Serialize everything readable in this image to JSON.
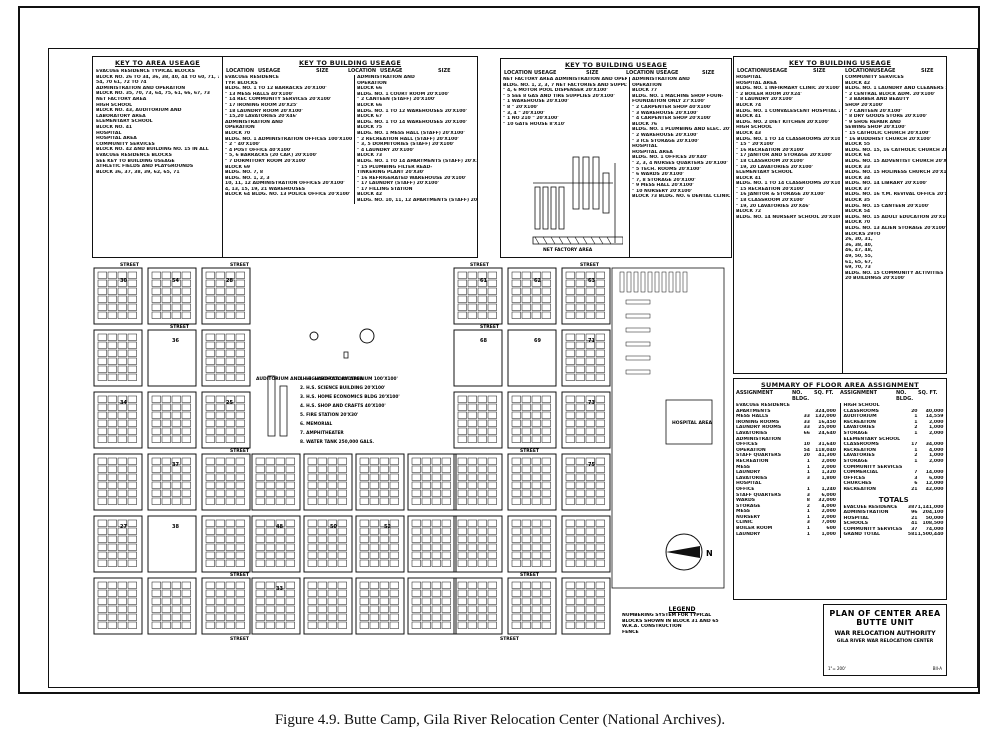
{
  "caption": "Figure 4.9. Butte Camp, Gila River Relocation Center (National Archives).",
  "title_block": {
    "line1": "PLAN OF CENTER AREA",
    "line2": "BUTTE UNIT",
    "line3": "WAR RELOCATION AUTHORITY",
    "line4": "GILA RIVER WAR RELOCATION CENTER",
    "scale": "1\"= 200'",
    "sheet": "BII-A"
  },
  "key_area": {
    "title": "KEY TO AREA USEAGE",
    "lines": [
      "EVACUEE RESIDENCE  TYPICAL BLOCKS",
      "  BLOCK NO. 26 TO 34, 36, 38, 40, 44 TO 60, 71, 72,",
      "  54, 70 61, 72 TO 74",
      "ADMINISTRATION AND OPERATION",
      "  BLOCK NO. 35, 70, 73, 64, 75, 61, 66, 67, 73",
      "  NET FACTORY AREA",
      "HIGH SCHOOL",
      "  BLOCK NO. 43, AUDITORIUM AND",
      "  LABORATORY AREA",
      "ELEMENTARY SCHOOL",
      "  BLOCK NO. 41",
      "HOSPITAL",
      "  HOSPITAL AREA",
      "COMMUNITY SERVICES",
      "  BLOCK NO. 42 AND BUILDING NO. 15 IN ALL",
      "  EVACUEE RESIDENCE BLOCKS",
      "  SEE KEY TO BUILDING USEAGE",
      "ATHLETIC FIELDS AND PLAYGROUNDS",
      "  BLOCK 36, 37, 38, 39, 62, 65, 71"
    ]
  },
  "key_building_1": {
    "title": "KEY TO BUILDING USEAGE",
    "headers": [
      "LOCATION",
      "USEAGE",
      "SIZE",
      "LOCATION",
      "USEAGE",
      "SIZE"
    ],
    "left_lines": [
      "EVACUEE RESIDENCE",
      "TYP. BLOCKS",
      "BLDG. NO. 1 TO 12  BARRACKS      20'X100'",
      "  \" 13      MESS HALLS          40'X100'",
      "  \" 14      REC COMMUNITY SERVICES 20'X100'",
      "  \" 17      IRONING ROOM        20'X25'",
      "  \" 18      LAUNDRY ROOM        20'X100'",
      "  \" 15,20   LAVATORIES          20'X46'",
      "ADMINISTRATION AND",
      "OPERATION",
      "BLOCK 70",
      "BLDG. NO. 1  ADMINISTRATION OFFICES 100'X100'",
      "  \" 2       \"                    40'X100'",
      "  \" 4       POST OFFICE          40'X100'",
      "  \" 5, 6    BARRACKS (20 CAP.)   20'X100'",
      "  \" 7       DORMITORY ROOM       20'X100'",
      "BLOCK 69",
      "BLDG. NO. 7, 8",
      "BLDG. NO. 1, 2, 3",
      "  10, 11, 12  ADMINISTRATION OFFICES 20'X100'",
      "  4, 13, 15, 19, 21 WAREHOUSES",
      "BLOCK 64 BLDG. NO. 13  POLICE OFFICE 20'X100'"
    ],
    "right_lines": [
      "ADMINISTRATION AND",
      "OPERATION",
      "BLOCK 66",
      "BLDG. NO. 1     COURT ROOM         20'X100'",
      "  \" 2          CANTEEN (STAFF)    20'X100'",
      "BLOCK 66",
      "BLDG. NO. 1 TO 12  WAREHOUSES      20'X100'",
      "BLOCK 67",
      "BLDG. NO. 1 TO 14  WAREHOUSES      20'X100'",
      "BLOCK 75",
      "BLDG. NO. 1   MESS HALL (STAFF)   20'X100'",
      "  \" 2        RECREATION HALL (STAFF) 20'X100'",
      "  \" 3, 5     DORMITORIES (STAFF) 20'X100'",
      "  \" 4        LAUNDRY             20'X100'",
      "BLOCK 73",
      "BLDG. NO. 1 TO 14  APARTMENTS (STAFF) 20'X100'",
      "  \" 15       PLUMBING FILTER READ-",
      "              TINKERING PLANT     20'X30'",
      "  \" 16       REFRIGERATED WAREHOUSE 20'X100'",
      "  \" 17       LAUNDRY (STAFF)     20'X100'",
      "  \" 17       FILLING STATION",
      "BLOCK 42",
      "BLDG. NO. 10, 11, 12  APARTMENTS (STAFF) 20'X100'"
    ]
  },
  "key_building_2": {
    "title": "KEY TO BUILDING USEAGE",
    "headers": [
      "LOCATION",
      "USEAGE",
      "SIZE",
      "LOCATION",
      "USEAGE",
      "SIZE"
    ],
    "left_lines": [
      "NET FACTORY AREA  ADMINISTRATION AND OPERATION",
      "BLDG. NO. 1, 2, 3, 7  NET FACTORIES AND SUPPLY   20'X100'",
      "  \" 4, 6         MOTOR POOL DISPENSER  20'X100'",
      "  \" 5 SEE 8      GAS AND TIRE SUPPLIES  20'X100'",
      "  \" 1            WAREHOUSE             20'X100'",
      "  \" 8            \"                     20'X100'",
      "  \" 3, 4         \"                     20'X100'",
      "  \" 1 NO 210     \"                     20'X100'",
      "  \" 10           GATE HOUSE            8'X10'"
    ],
    "mid_lines": [
      "ADMINISTRATION AND",
      "OPERATION",
      "BLOCK 77",
      "BLDG. NO. 1  MACHINE SHOP FOUN-",
      "             FOUNDATION ONLY  27'X100'",
      "  \" 2       CARPENTER SHOP   40'X100'",
      "  \" 3       WAREHOUSE        20'X100'",
      "  \" 4       CARPENTER SHOP   20'X100'",
      "BLOCK 76",
      "BLDG. NO. 1  PLUMBING AND ELEC. 20'X100'",
      "  \" 2       WAREHOUSE        20'X100'",
      "  \" 3       ICE STORAGE      20'X100'",
      "HOSPITAL",
      "HOSPITAL AREA",
      "BLDG. NO. 1  OFFICES          20'X40'",
      "  \" 2, 3, 4  NURSES QUARTERS 20'X100'",
      "  \" 5       TECH. ROOMS      20'X100'",
      "  \" 6       WARDS            20'X100'",
      "  \" 7, 8    STORAGE          20'X100'",
      "  \" 9       MESS HALL        20'X100'",
      "  \" 10      NURSERY          20'X100'",
      "BLOCK 73 BLDG. NO. 6  DENTAL CLINIC 20'X100'"
    ]
  },
  "key_building_3": {
    "title": "KEY TO BUILDING USEAGE",
    "headers": [
      "LOCATION",
      "USEAGE",
      "SIZE",
      "LOCATION",
      "USEAGE",
      "SIZE"
    ],
    "left_lines": [
      "HOSPITAL",
      "HOSPITAL AREA",
      "BLDG. NO. 1  INFIRMARY CLINIC  20'X100'",
      "  \" 2       BOILER ROOM       20'X24'",
      "  \" 8       LAUNDRY           20'X100'",
      "BLOCK 74",
      "BLDG. NO. 1  CONVALESCENT HOSPITAL 20'X100'",
      "BLOCK 41",
      "BLDG. NO. 2  DIET KITCHEN      20'X100'",
      "HIGH SCHOOL",
      "BLOCK 43",
      "BLDG. NO. 1 TO 14  CLASSROOMS  20'X100'",
      "  \" 15      \"                 20'X100'",
      "  \" 16      RECREATION        20'X100'",
      "  \" 17      JANITOR AND STORAGE 20'X100'",
      "  \" 18      CLASSROOM         20'X100'",
      "  \" 19, 20  LAVATORIES        20'X100'",
      "ELEMENTARY SCHOOL",
      "BLOCK 41",
      "BLDG. NO. 1 TO 14  CLASSROOMS  20'X100'",
      "  \" 15      RECREATION        20'X100'",
      "  \" 16      JANITOR & STORAGE 20'X100'",
      "  \" 18      CLASSROOM         20'X100'",
      "  \" 19, 20  LAVATORIES        20'X46'",
      "BLOCK 72",
      "BLDG. NO. 14  NURSERY SCHOOL   20'X100'"
    ],
    "right_lines": [
      "COMMUNITY SERVICES",
      "BLOCK 42",
      "BLDG. NO. 1  LAUNDRY AND CLEANERS 20'X100'",
      "  \" 2       CENTRAL BLOCK ADM. 20'X100'",
      "  \" 3       BARBER AND BEAUTY",
      "             SHOP              20'X100'",
      "  \" 7       CANTEEN           20'X100'",
      "  \" 8       DRY GOODS STORE   20'X100'",
      "  \" 9       SHOE REPAIR AND",
      "             SEWING SHOP       20'X100'",
      "  \" 15      CATHOLIC CHURCH   20'X100'",
      "  \" 16      BUDDHIST CHURCH   20'X100'",
      "BLOCK 55",
      "BLDG. NO. 15, 16  CATHOLIC CHURCH 20'X100'",
      "BLOCK 64",
      "BLDG. NO. 15  ADVENTIST CHURCH  20'X100'",
      "BLOCK 33",
      "BLDG. NO. 15  HOLINESS CHURCH   20'X100'",
      "BLOCK 34",
      "BLDG. NO. 14  LIBRARY           20'X100'",
      "BLOCK 37",
      "BLDG. NO. 16  Y.M. REVIVAL OFFICE 20'X100'",
      "BLOCK 35",
      "BLDG. NO. 15  CANTEEN           20'X100'",
      "BLOCK 54",
      "BLDG. NO. 15  ADULT EDUCATION   20'X100'",
      "BLOCK 70",
      "BLDG. NO. 13  ALIEN STORAGE     20'X100'",
      "BLOCKS 29TO",
      "  26, 30, 31,",
      "  36, 38, 40,",
      "  46, 47, 48,",
      "  49, 50, 55,",
      "  61, 65, 67,",
      "  69, 70, 73",
      "BLDG. NO. 15  COMMUNITY ACTIVITIES",
      "              20 BUILDINGS      20'X100'"
    ]
  },
  "summary": {
    "title": "SUMMARY OF FLOOR AREA ASSIGNMENT",
    "headers": [
      "ASSIGNMENT",
      "NO. BLDG.",
      "SQ. FT.",
      "ASSIGNMENT",
      "NO. BLDG.",
      "SQ. FT."
    ],
    "left_rows": [
      [
        "EVACUEE RESIDENCE",
        "",
        ""
      ],
      [
        "  APARTMENTS",
        "",
        "324,000"
      ],
      [
        "  MESS HALLS",
        "33",
        "132,000"
      ],
      [
        "  IRONING ROOMS",
        "33",
        "16,450"
      ],
      [
        "  LAUNDRY ROOMS",
        "33",
        "25,000"
      ],
      [
        "  LAVATORIES",
        "66",
        "24,640"
      ],
      [
        "ADMINISTRATION",
        "",
        ""
      ],
      [
        "  OFFICES",
        "10",
        "31,640"
      ],
      [
        "  OPERATION",
        "54",
        "118,040"
      ],
      [
        "  STAFF QUARTERS",
        "20",
        "41,300"
      ],
      [
        "    RECREATION",
        "1",
        "2,000"
      ],
      [
        "    MESS",
        "1",
        "2,000"
      ],
      [
        "    LAUNDRY",
        "1",
        "1,320"
      ],
      [
        "  LAVATORIES",
        "3",
        "1,800"
      ],
      [
        "HOSPITAL",
        "",
        ""
      ],
      [
        "  OFFICE",
        "1",
        "1,240"
      ],
      [
        "  STAFF QUARTERS",
        "3",
        "6,000"
      ],
      [
        "  WARDS",
        "8",
        "32,000"
      ],
      [
        "  STORAGE",
        "2",
        "4,000"
      ],
      [
        "  MESS",
        "1",
        "2,000"
      ],
      [
        "  NURSERY",
        "1",
        "2,000"
      ],
      [
        "  CLINIC",
        "3",
        "7,000"
      ],
      [
        "  BOILER ROOM",
        "1",
        "600"
      ],
      [
        "  LAUNDRY",
        "1",
        "1,000"
      ]
    ],
    "right_rows": [
      [
        "HIGH SCHOOL",
        "",
        ""
      ],
      [
        "  CLASSROOMS",
        "20",
        "40,000"
      ],
      [
        "  AUDITORIUM",
        "1",
        "14,559"
      ],
      [
        "  RECREATION",
        "1",
        "2,000"
      ],
      [
        "  LAVATORIES",
        "2",
        "1,000"
      ],
      [
        "  STORAGE",
        "1",
        "2,000"
      ],
      [
        "ELEMENTARY SCHOOL",
        "",
        ""
      ],
      [
        "  CLASSROOMS",
        "17",
        "34,000"
      ],
      [
        "  RECREATION",
        "1",
        "4,000"
      ],
      [
        "  LAVATORIES",
        "2",
        "1,000"
      ],
      [
        "  STORAGE",
        "1",
        "2,000"
      ],
      [
        "COMMUNITY SERVICES",
        "",
        ""
      ],
      [
        "  COMMERCIAL",
        "7",
        "14,000"
      ],
      [
        "  OFFICES",
        "3",
        "6,000"
      ],
      [
        "  CHURCHES",
        "6",
        "12,000"
      ],
      [
        "  RECREATION",
        "21",
        "42,000"
      ]
    ],
    "totals_title": "TOTALS",
    "totals": [
      [
        "EVACUEE RESIDENCE",
        "387",
        "1,141,000"
      ],
      [
        "ADMINISTRATION",
        "96",
        "204,100"
      ],
      [
        "HOSPITAL",
        "21",
        "50,000"
      ],
      [
        "SCHOOLS",
        "41",
        "108,500"
      ],
      [
        "COMMUNITY SERVICES",
        "37",
        "74,000"
      ],
      [
        "GRAND TOTAL",
        "581",
        "1,500,440"
      ]
    ]
  },
  "legend": {
    "title": "LEGEND",
    "lines": [
      "NUMBERING SYSTEM FOR TYPICAL",
      "BLOCKS SHOWN IN BLOCK 31 AND 65",
      "W.R.A. CONSTRUCTION",
      "FENCE"
    ]
  },
  "map_labels": {
    "street": "STREET",
    "north": "N",
    "net_factory_area": "NET FACTORY AREA",
    "hospital_area": "HOSPITAL AREA",
    "auditorium_area": "AUDITORIUM AND H.S. LABORATORY AREA",
    "auditorium_notes": [
      "1. HIGH SCHOOL AUDITORIUM 100'X100'",
      "2. H.S. SCIENCE BUILDING 20'X100'",
      "3. H.S. HOME ECONOMICS BLDG 20'X100'",
      "4. H.S. SHOP AND CRAFTS 40'X100'",
      "5. FIRE STATION 20'X30'",
      "6. MEMORIAL",
      "7. AMPHITHEATER",
      "8. WATER TANK 250,000 GALS."
    ],
    "block_numbers_top_left": [
      "30",
      "54",
      "28",
      "36",
      "34",
      "25"
    ],
    "block_numbers_center": [
      "37",
      "38",
      "27",
      "48",
      "50",
      "52",
      "33"
    ],
    "block_numbers_right": [
      "61",
      "62",
      "63",
      "68",
      "69",
      "71",
      "73",
      "75"
    ]
  }
}
